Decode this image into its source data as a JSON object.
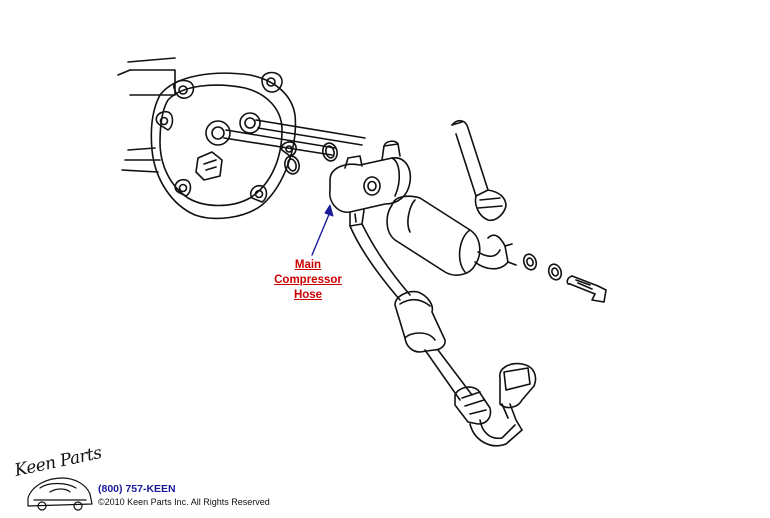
{
  "callout": {
    "line1": "Main",
    "line2": "Compressor",
    "line3": "Hose",
    "color": "#cc0000",
    "arrow_color": "#1a1a99"
  },
  "footer": {
    "logo_text": "Keen Parts",
    "phone": "(800) 757-KEEN",
    "copyright": "©2010 Keen Parts Inc. All Rights Reserved"
  }
}
